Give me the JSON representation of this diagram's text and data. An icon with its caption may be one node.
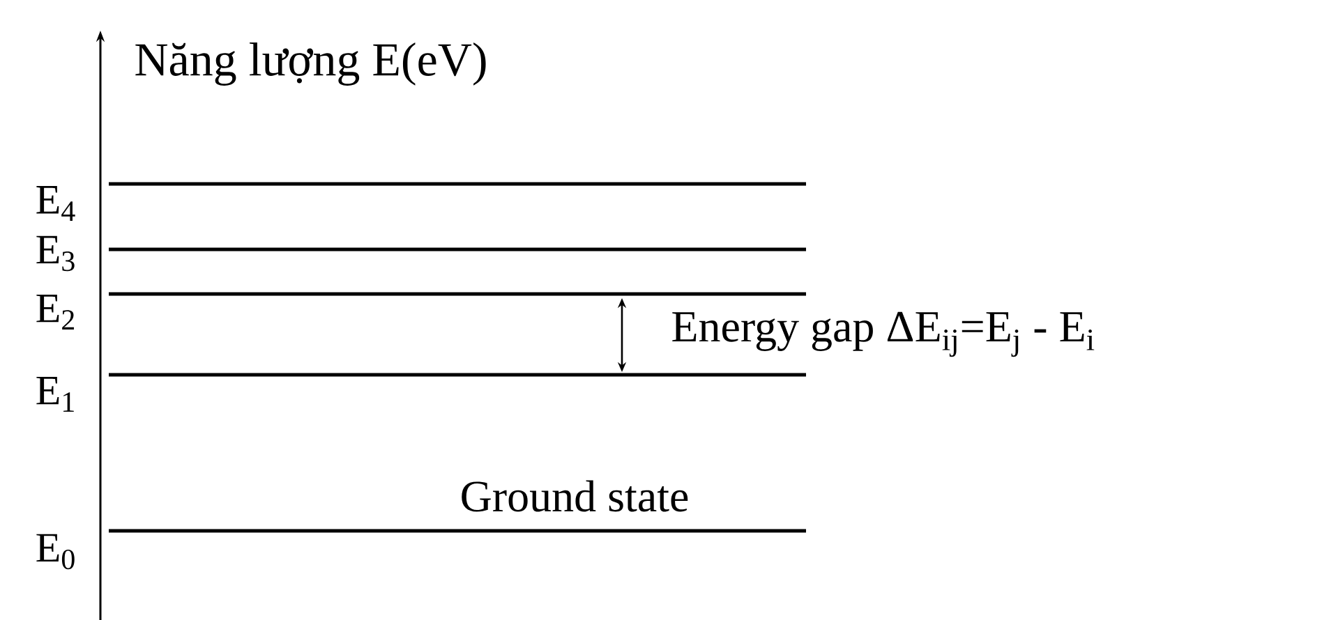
{
  "diagram": {
    "labels": [
      "Năng lượng E(eV)",
      "E$_{4}$",
      "E$_{3}$",
      "E$_{2}$",
      "Energy gap ΔE$_{ij}$=E$_{j}$ - E$_{i}$",
      "E$_{1}$",
      "Ground state",
      "E$_{0}$"
    ]
  }
}
